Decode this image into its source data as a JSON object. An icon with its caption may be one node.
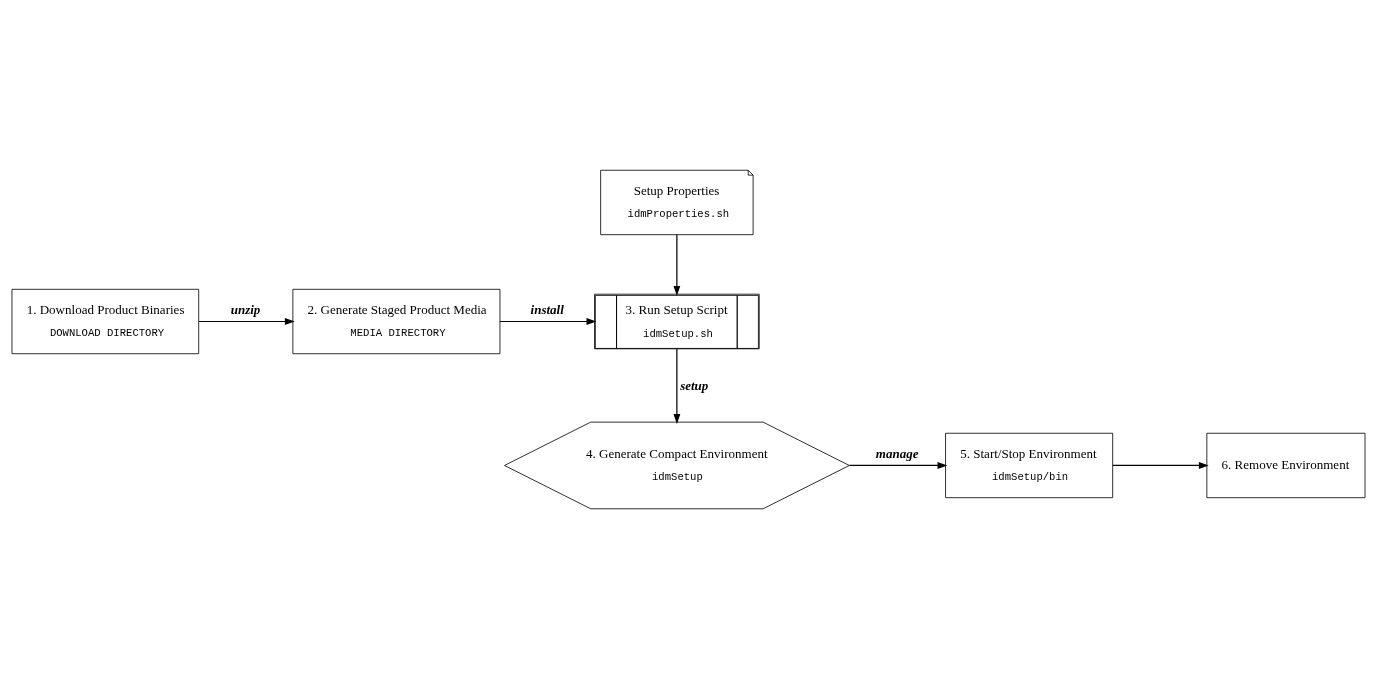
{
  "diagram": {
    "nodes": [
      {
        "text": [
          "1. Download Product Binaries",
          "DOWNLOAD DIRECTORY"
        ]
      },
      {
        "text": [
          "2. Generate Staged Product Media",
          "MEDIA DIRECTORY"
        ]
      },
      {
        "text": [
          "3. Run Setup Script",
          "idmSetup.sh"
        ]
      },
      {
        "text": [
          "Setup Properties",
          "idmProperties.sh"
        ]
      },
      {
        "text": [
          "4. Generate Compact Environment",
          "idmSetup"
        ]
      },
      {
        "text": [
          "5. Start/Stop Environment",
          "idmSetup/bin"
        ]
      },
      {
        "text": [
          "6. Remove Environment"
        ]
      }
    ],
    "edges": [
      {
        "from": 0,
        "to": 1,
        "arrow": "to",
        "label": "unzip"
      },
      {
        "from": 1,
        "to": 2,
        "arrow": "to",
        "label": "install"
      },
      {
        "from": 3,
        "to": 2,
        "arrow": "to"
      },
      {
        "from": 2,
        "to": 4,
        "arrow": "to",
        "label": "setup"
      },
      {
        "from": 4,
        "to": 5,
        "arrow": "to",
        "label": "manage"
      },
      {
        "from": 5,
        "to": 6,
        "arrow": "to"
      }
    ]
  }
}
